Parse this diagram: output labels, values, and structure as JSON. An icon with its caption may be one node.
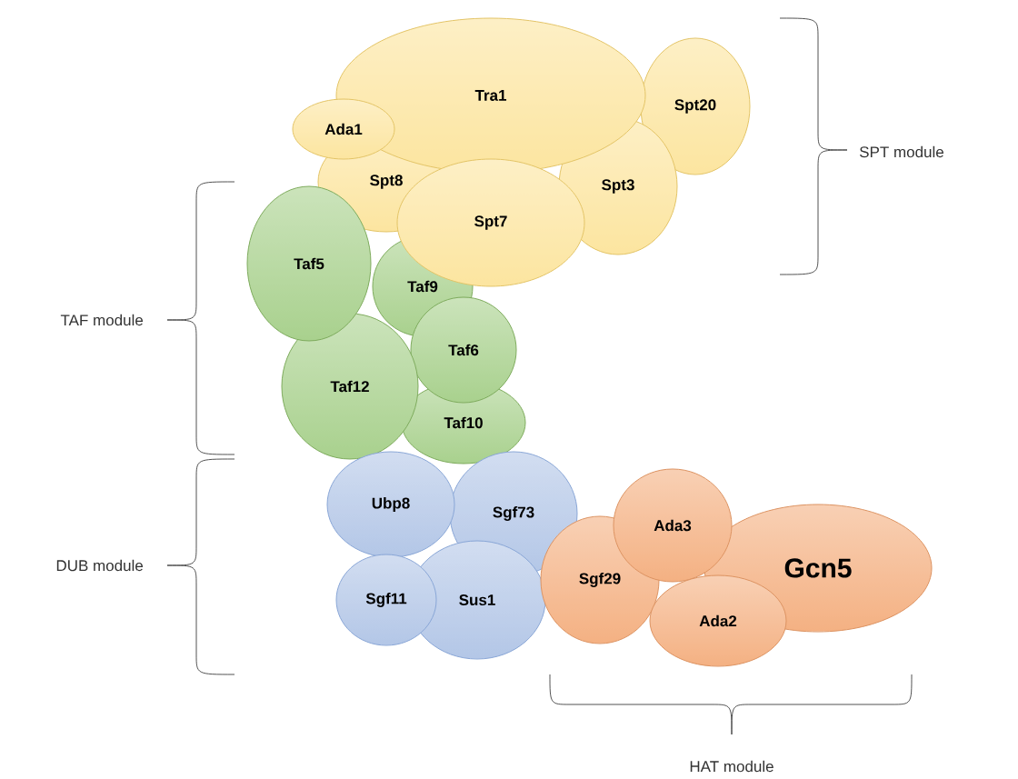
{
  "diagram": {
    "nodes": [
      {
        "text": [
          "Tra1"
        ]
      },
      {
        "text": [
          "Spt20"
        ]
      },
      {
        "text": [
          "Ada1"
        ]
      },
      {
        "text": [
          "Spt8"
        ]
      },
      {
        "text": [
          "Spt3"
        ]
      },
      {
        "text": [
          "Spt7"
        ]
      },
      {
        "text": [
          "Taf5"
        ]
      },
      {
        "text": [
          "Taf9"
        ]
      },
      {
        "text": [
          "Taf6"
        ]
      },
      {
        "text": [
          "Taf12"
        ]
      },
      {
        "text": [
          "Taf10"
        ]
      },
      {
        "text": [
          "Ubp8"
        ]
      },
      {
        "text": [
          "Sgf73"
        ]
      },
      {
        "text": [
          "Ada3"
        ]
      },
      {
        "text": [
          "Gcn5"
        ]
      },
      {
        "text": [
          "Sgf29"
        ]
      },
      {
        "text": [
          "Sgf11"
        ]
      },
      {
        "text": [
          "Sus1"
        ]
      },
      {
        "text": [
          "Ada2"
        ]
      }
    ],
    "labels": [
      "SPT module",
      "TAF module",
      "DUB module",
      "HAT module"
    ]
  }
}
